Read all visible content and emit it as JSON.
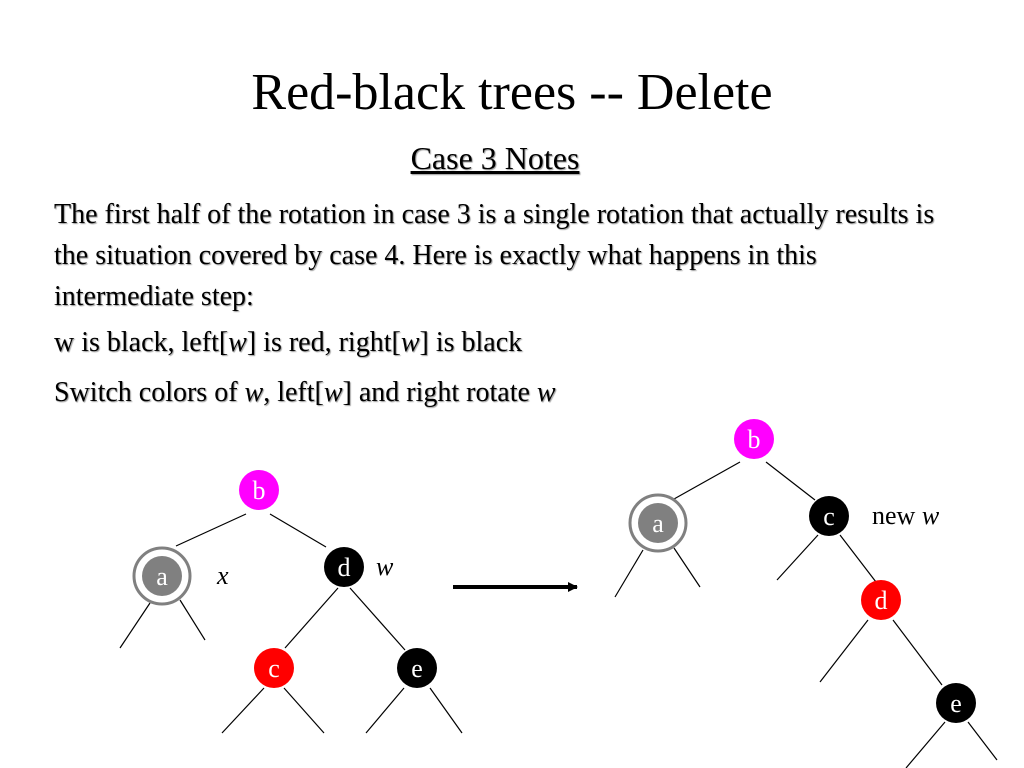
{
  "slide": {
    "title": "Red-black trees -- Delete",
    "subtitle": "Case 3 Notes",
    "paragraph1": "The first half of the rotation in case 3 is a single rotation that actually results is the situation covered by case 4. Here is exactly what happens in this intermediate step:",
    "line2": {
      "t1": "w is black, left[",
      "w1": "w",
      "t2": "] is red, right[",
      "w2": "w",
      "t3": "] is black"
    },
    "line3": {
      "t1": "Switch colors of ",
      "w1": "w",
      "t2": ", left[",
      "w2": "w",
      "t3": "] and right rotate ",
      "w3": "w"
    }
  },
  "colors": {
    "red": "#ff0000",
    "black": "#000000",
    "magenta": "#ff00ff",
    "gray": "#808080"
  },
  "diagram": {
    "before": {
      "nodes": {
        "b": "b",
        "a": "a",
        "d": "d",
        "c": "c",
        "e": "e"
      },
      "label_x": "x",
      "label_w": "w"
    },
    "after": {
      "nodes": {
        "b": "b",
        "a": "a",
        "c": "c",
        "d": "d",
        "e": "e"
      },
      "label_new": "new ",
      "label_w": "w"
    },
    "arrow": "right-arrow"
  }
}
